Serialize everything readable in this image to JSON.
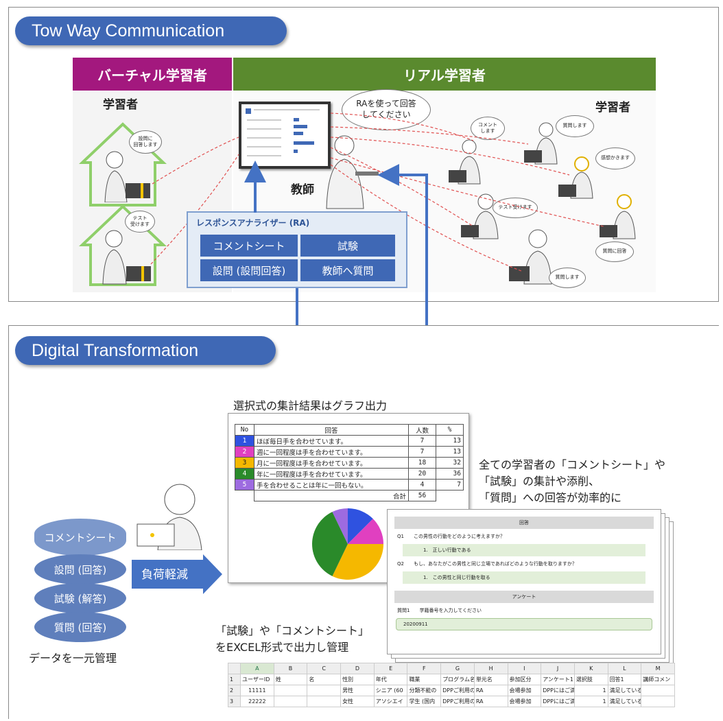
{
  "sections": {
    "top_title": "Tow Way Communication",
    "bottom_title": "Digital Transformation"
  },
  "virtual": {
    "header": "バーチャル学習者",
    "learner_label": "学習者",
    "bubbles": [
      "設問に\n回答します",
      "テスト\n受けます"
    ]
  },
  "real": {
    "header": "リアル学習者",
    "learner_label": "学習者",
    "teacher_label": "教師",
    "teacher_bubble": "RAを使って回答\nしてください",
    "bubbles": [
      "コメント\nします",
      "質問します",
      "感想かきます",
      "テスト受けます",
      "質問に回答",
      "質問します"
    ]
  },
  "ra": {
    "title": "レスポンスアナライザー (RA)",
    "buttons": [
      "コメントシート",
      "試験",
      "設問 (設問回答)",
      "教師へ質問"
    ]
  },
  "db": {
    "items": [
      "コメントシート",
      "設問 (回答)",
      "試験 (解答)",
      "質問 (回答)"
    ],
    "caption": "データを一元管理"
  },
  "arrow_label": "負荷軽減",
  "graph_caption": "選択式の集計結果はグラフ出力",
  "result_table": {
    "headers": [
      "No",
      "回答",
      "人数",
      "%"
    ],
    "rows": [
      [
        "1",
        "ほぼ毎日手を合わせています。",
        "7",
        "13"
      ],
      [
        "2",
        "週に一回程度は手を合わせています。",
        "7",
        "13"
      ],
      [
        "3",
        "月に一回程度は手を合わせています。",
        "18",
        "32"
      ],
      [
        "4",
        "年に一回程度は手を合わせています。",
        "20",
        "36"
      ],
      [
        "5",
        "手を合わせることは年に一回もない。",
        "4",
        "7"
      ]
    ],
    "total_label": "合計",
    "total": "56"
  },
  "chart_data": {
    "type": "pie",
    "categories": [
      "1",
      "2",
      "3",
      "4",
      "5"
    ],
    "values": [
      7,
      7,
      18,
      20,
      4
    ],
    "colors": [
      "#2f52e0",
      "#e040c0",
      "#f5b800",
      "#2a8a2a",
      "#9d6be0"
    ]
  },
  "summary_text": [
    "全ての学習者の「コメントシート」や",
    "「試験」の集計や添削、",
    "「質問」への回答が効率的に"
  ],
  "form": {
    "section1": "回答",
    "q1_label": "Q1",
    "q1": "この男性の行動をどのように考えますか？",
    "a1": "1.　正しい行動である",
    "q2_label": "Q2",
    "q2": "もし、あなたがこの男性と同じ立場であればどのような行動を取りますか？",
    "a2": "1.　この男性と同じ行動を取る",
    "section2": "アンケート",
    "s_label": "質問1",
    "s_q": "学籍番号を入力してください",
    "s_a": "20200911"
  },
  "excel_caption": [
    "「試験」や「コメントシート」",
    "をEXCEL形式で出力し管理"
  ],
  "excel": {
    "cols": [
      "",
      "A",
      "B",
      "C",
      "D",
      "E",
      "F",
      "G",
      "H",
      "I",
      "J",
      "K",
      "L",
      "M"
    ],
    "rows": [
      [
        "1",
        "ユーザーID",
        "姓",
        "名",
        "性別",
        "年代",
        "職業",
        "プログラム名",
        "単元名",
        "参加区分",
        "アンケート1",
        "選択肢",
        "回答1",
        "講師コメン"
      ],
      [
        "2",
        "11111",
        "",
        "",
        "男性",
        "シニア (60",
        "分類不能の",
        "DPPご利用の",
        "RA",
        "会場参加",
        "DPPにはご満足",
        "1",
        "満足している",
        ""
      ],
      [
        "3",
        "22222",
        "",
        "",
        "女性",
        "アソシエイ",
        "学生 (国内",
        "DPPご利用の",
        "RA",
        "会場参加",
        "DPPにはご満足",
        "1",
        "満足している",
        ""
      ]
    ]
  }
}
